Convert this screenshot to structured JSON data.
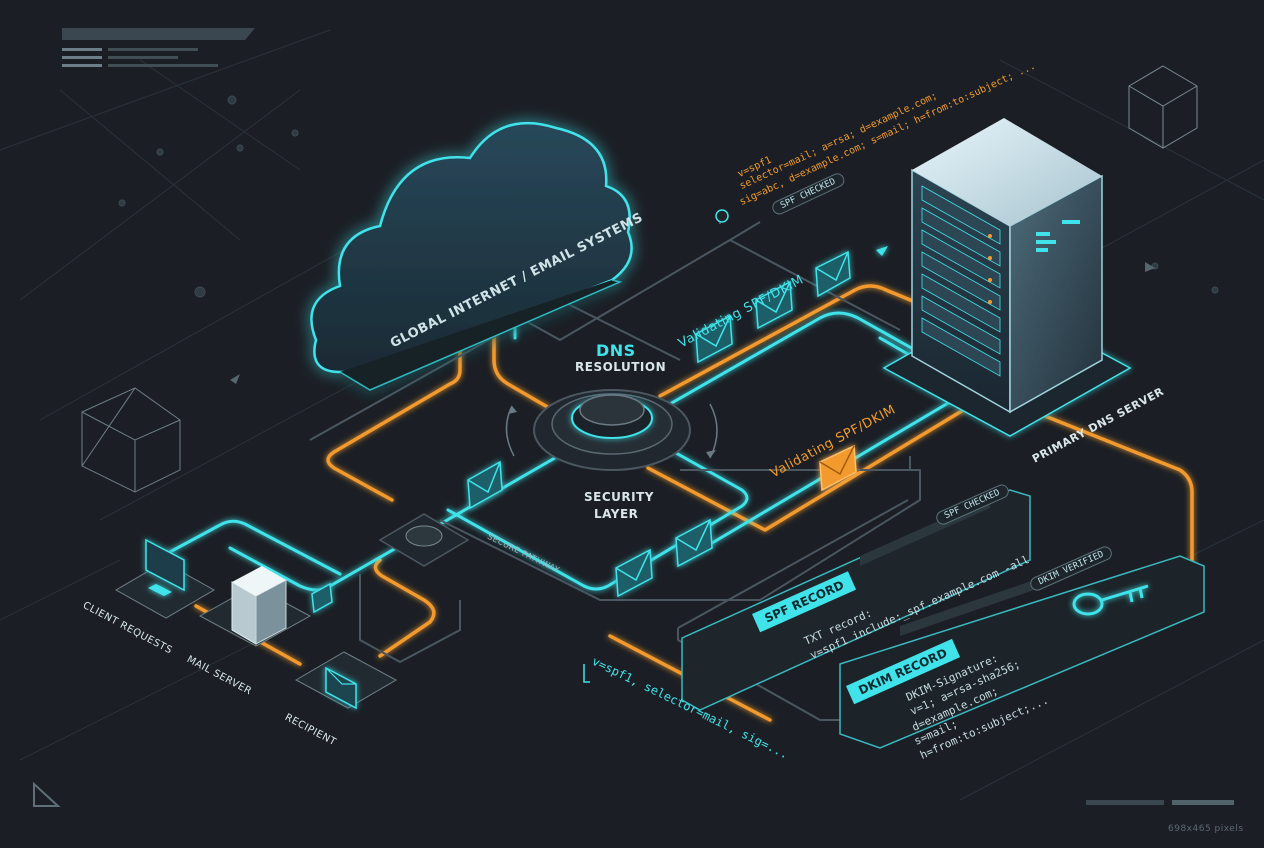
{
  "cloud": {
    "label": "GLOBAL INTERNET / EMAIL SYSTEMS"
  },
  "dns": {
    "title": "DNS",
    "subtitle": "RESOLUTION"
  },
  "security_layer": {
    "line1": "SECURITY",
    "line2": "LAYER"
  },
  "secure_pathway": "SECURE PATHWAY",
  "validating_top": "Validating SPF/DKIM",
  "validating_mid": "Validating SPF/DKIM",
  "server": {
    "label": "PRIMARY DNS SERVER"
  },
  "left_nodes": {
    "client": "CLIENT REQUESTS",
    "mail": "MAIL SERVER",
    "recipient": "RECIPIENT"
  },
  "top_code": {
    "line1": "v=spf1",
    "line2": "selector=mail; a=rsa; d=example.com;",
    "line3": "sig=abc, d=example.com; s=mail; h=from:to:subject; ...",
    "badge": "SPF CHECKED"
  },
  "bottom_code": {
    "text": "v=spf1, selector=mail, sig=..."
  },
  "spf_card": {
    "title": "SPF RECORD",
    "badge": "SPF CHECKED",
    "line1": "TXT record:",
    "line2": "v=spf1 include:_spf.example.com -all"
  },
  "dkim_card": {
    "title": "DKIM RECORD",
    "badge": "DKIM VERIFIED",
    "line1": "DKIM-Signature:",
    "line2": "v=1; a=rsa-sha256;",
    "line3": "d=example.com;",
    "line4": "s=mail;",
    "line5": "h=from:to:subject;..."
  },
  "footer": {
    "dims": "698x465 pixels"
  },
  "colors": {
    "cyan": "#41e3ea",
    "orange": "#f29a2e",
    "bg": "#1b1f25"
  },
  "icons": [
    "cloud-icon",
    "server-icon",
    "monitor-icon",
    "envelope-icon",
    "key-icon",
    "cube-wireframe-icon"
  ]
}
